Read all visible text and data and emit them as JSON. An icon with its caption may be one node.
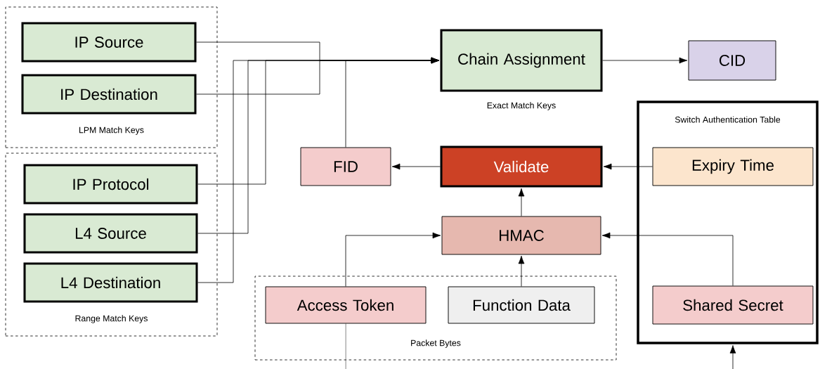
{
  "diagram": {
    "nodes": [
      {
        "text": [
          "LPM Match Keys"
        ]
      },
      {
        "text": [
          "IP Source"
        ],
        "in": 0
      },
      {
        "text": [
          "IP Destination"
        ],
        "in": 0
      },
      {
        "text": [
          "Range Match Keys"
        ]
      },
      {
        "text": [
          "IP Protocol"
        ],
        "in": 3
      },
      {
        "text": [
          "L4 Source"
        ],
        "in": 3
      },
      {
        "text": [
          "L4 Destination"
        ],
        "in": 3
      },
      {
        "text": [
          "Chain Assignment"
        ],
        "beside": [
          "Exact Match Keys"
        ]
      },
      {
        "text": [
          "CID"
        ]
      },
      {
        "text": [
          "FID"
        ]
      },
      {
        "text": [
          "Validate"
        ]
      },
      {
        "text": [
          "HMAC"
        ]
      },
      {
        "text": [
          "Switch Authentication Table"
        ]
      },
      {
        "text": [
          "Expiry Time"
        ],
        "in": 12
      },
      {
        "text": [
          "Shared Secret"
        ],
        "in": 12
      },
      {
        "text": [
          "Packet Bytes"
        ]
      },
      {
        "text": [
          "Access Token"
        ],
        "in": 15
      },
      {
        "text": [
          "Function Data"
        ],
        "in": 15
      }
    ],
    "edges": [
      {
        "from": 1,
        "to": 7,
        "arrow": "to"
      },
      {
        "from": 2,
        "to": 7,
        "arrow": "to"
      },
      {
        "from": 4,
        "to": 7,
        "arrow": "to"
      },
      {
        "from": 5,
        "to": 7,
        "arrow": "to"
      },
      {
        "from": 6,
        "to": 7,
        "arrow": "to"
      },
      {
        "from": 9,
        "to": 7,
        "arrow": "to"
      },
      {
        "from": 7,
        "to": 8,
        "arrow": "to"
      },
      {
        "from": 10,
        "to": 9,
        "arrow": "to"
      },
      {
        "from": 13,
        "to": 10,
        "arrow": "to"
      },
      {
        "from": 11,
        "to": 10,
        "arrow": "to"
      },
      {
        "from": 16,
        "to": 11,
        "arrow": "to"
      },
      {
        "from": 17,
        "to": 11,
        "arrow": "to"
      },
      {
        "from": 14,
        "to": 11,
        "arrow": "to"
      },
      {
        "from": 16,
        "to": null,
        "arrow": "none"
      },
      {
        "from": null,
        "to": 12,
        "arrow": "to"
      }
    ]
  }
}
